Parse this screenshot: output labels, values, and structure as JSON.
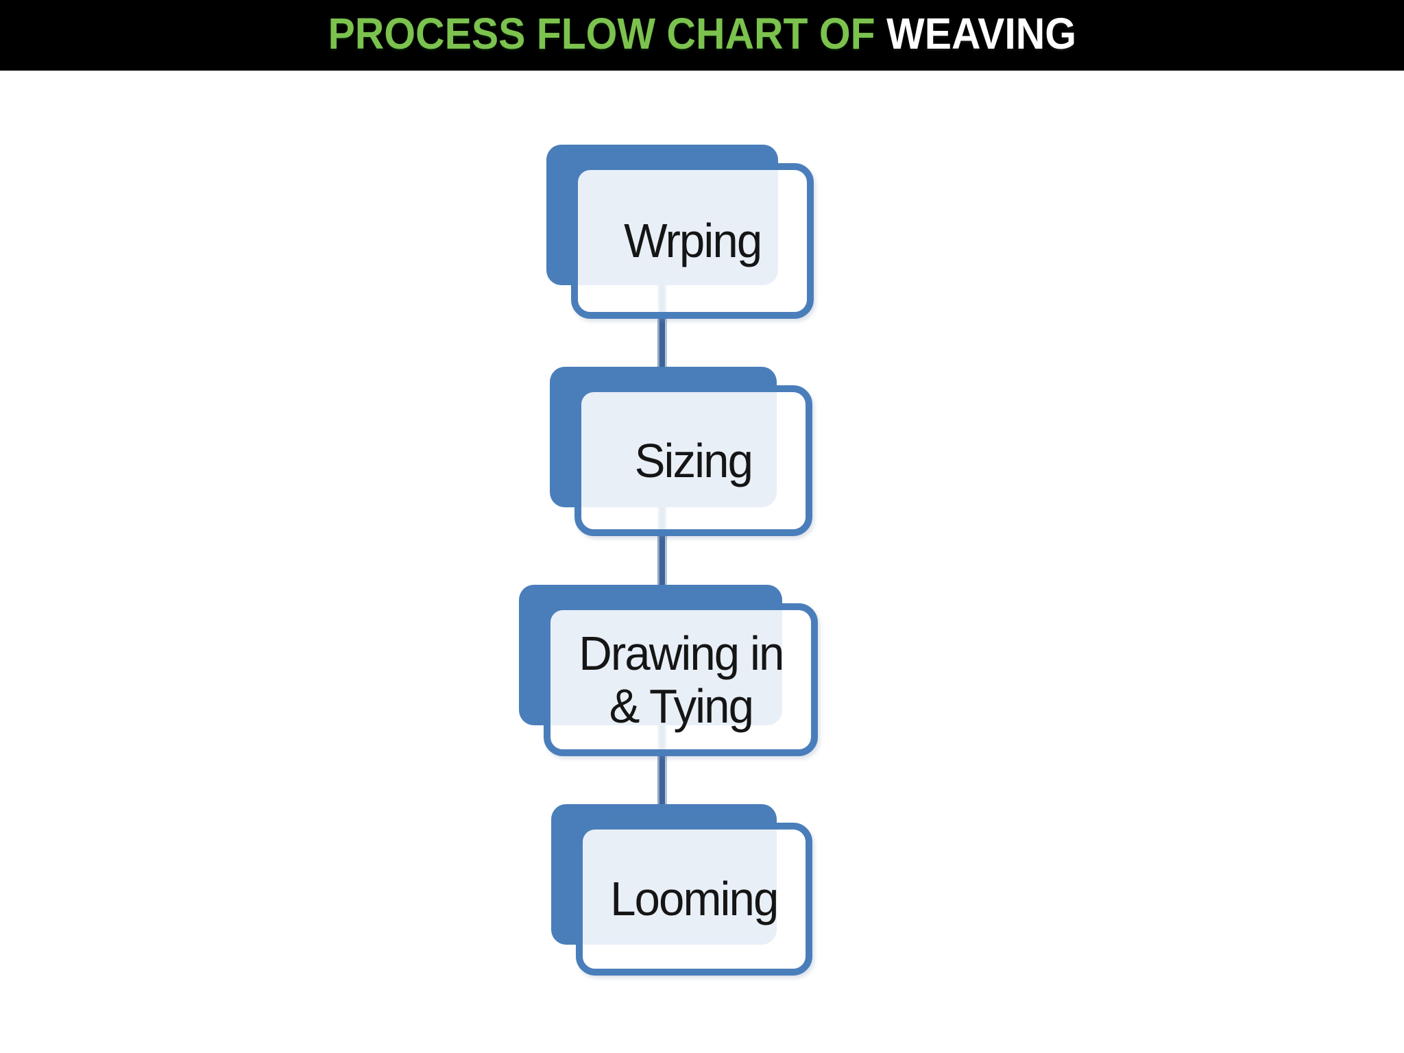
{
  "title": {
    "highlight": "PROCESS FLOW CHART OF",
    "rest": "WEAVING"
  },
  "nodes": [
    {
      "id": "warping",
      "label": "Wrping"
    },
    {
      "id": "sizing",
      "label": "Sizing"
    },
    {
      "id": "drawing-tying",
      "label": "Drawing in\n& Tying"
    },
    {
      "id": "looming",
      "label": "Looming"
    }
  ],
  "connector": {
    "direction": "vertical",
    "links": [
      "warping>sizing",
      "sizing>drawing-tying",
      "drawing-tying>looming"
    ]
  },
  "theme": {
    "header_bg": "#000000",
    "title_highlight_color": "#7cc24e",
    "title_rest_color": "#ffffff",
    "shape_blue": "#4a7eba",
    "connector_core": "#3e6398",
    "connector_edge_left": "#8fa6c4",
    "connector_edge_right": "#b5c6da",
    "text_color": "#151515",
    "canvas_bg": "#ffffff"
  }
}
